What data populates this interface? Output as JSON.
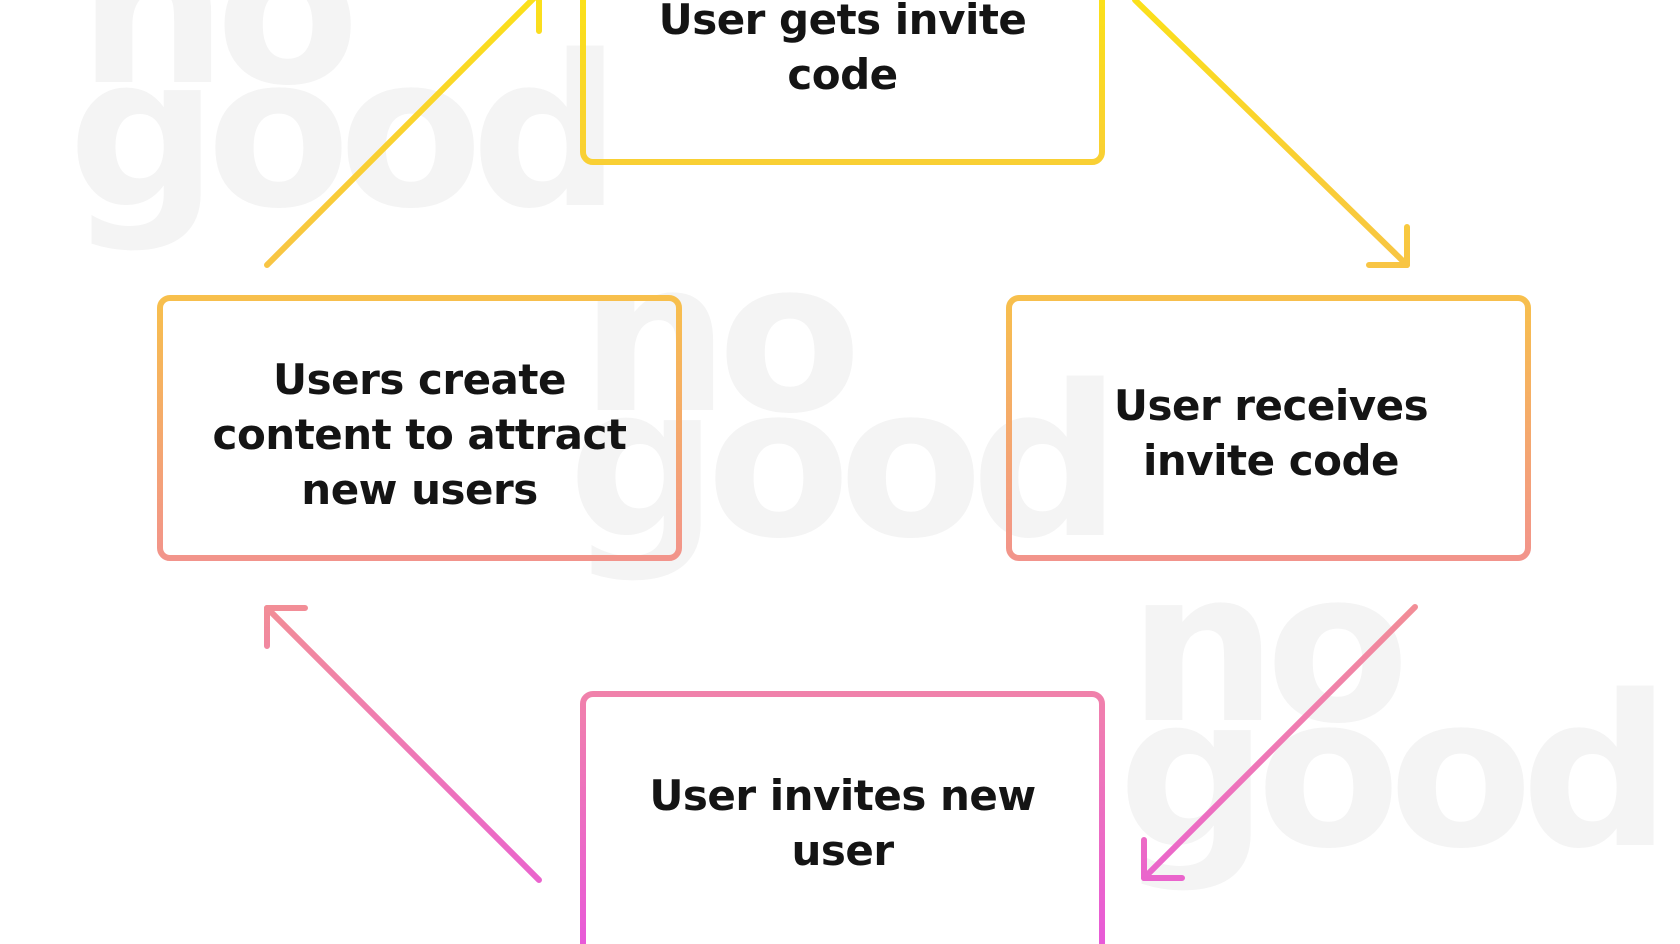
{
  "watermark": {
    "line1": "no",
    "line2": "good"
  },
  "nodes": {
    "top": {
      "label": "User gets invite code"
    },
    "right": {
      "label": "User receives invite code"
    },
    "bottom": {
      "label": "User invites new user"
    },
    "left": {
      "label": "Users create content to attract new users"
    }
  },
  "colors": {
    "yellow": "#f9dc1f",
    "orange": "#f7b85a",
    "salmon": "#f3948a",
    "pink": "#ef6fbf",
    "magenta": "#e85ad6",
    "text": "#141414",
    "watermark": "#f4f4f4"
  }
}
